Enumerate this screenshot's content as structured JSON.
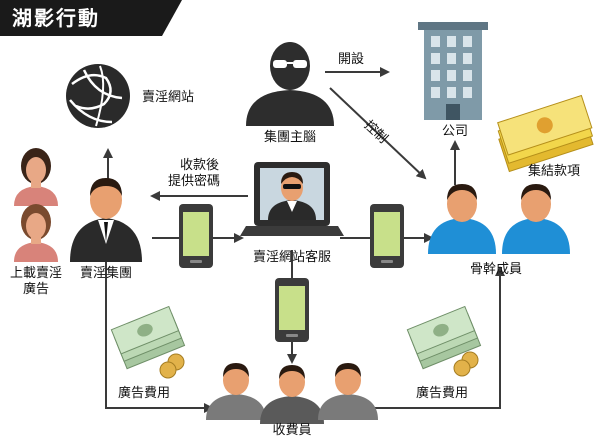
{
  "title": "湖影行動",
  "labels": {
    "porn_site": "賣淫網站",
    "boss": "集團主腦",
    "setup": "開設",
    "control": "控制",
    "company": "公司",
    "collected_money": "集結款項",
    "pay_then": "收款後",
    "give_password": "提供密碼",
    "site_cs": "賣淫網站客服",
    "core_members": "骨幹成員",
    "post_prostitutes": "上載賣淫",
    "post_ads": "廣告",
    "syndicate": "賣淫集團",
    "ad_fee_left": "廣告費用",
    "ad_fee_right": "廣告費用",
    "collectors": "收費員"
  },
  "colors": {
    "title_bg": "#1a1a1a",
    "arrow": "#3a3a3a",
    "phone_screen": "#c8e08a",
    "phone_body": "#3b3b3b",
    "person_dark": "#2d2d2d",
    "skin": "#e8a070",
    "hair": "#2a1a10",
    "shirt_blue": "#1f8fd6",
    "building": "#7f9aa8",
    "money": "#f2d64b"
  }
}
